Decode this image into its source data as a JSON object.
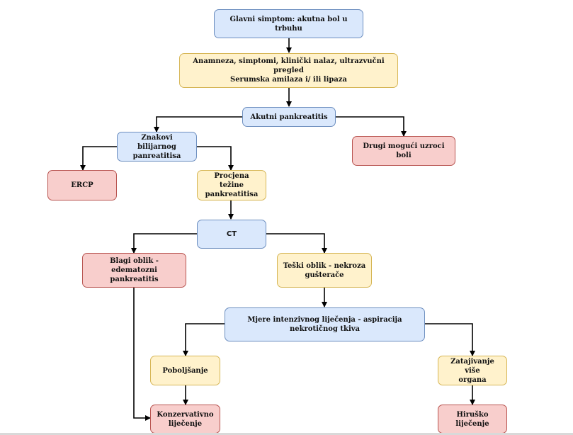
{
  "nodes": {
    "main_symptom": "Glavni simptom: akutna bol u trbuhu",
    "workup": "Anamneza, simptomi, klinički nalaz, ultrazvučni pregled\nSerumska amilaza i/ ili lipaza",
    "acute_pancreatitis": "Akutni pankreatitis",
    "biliary_signs": "Znakovi bilijarnog\npanreatitisa",
    "other_causes": "Drugi mogući uzroci boli",
    "ercp": "ERCP",
    "severity": "Procjena težine\npankreatitisa",
    "ct": "CT",
    "mild": "Blagi oblik - edematozni\npankreatitis",
    "severe": "Teški oblik - nekroza\ngušterače",
    "intensive": "Mjere intenzivnog liječenja - aspiracija nekrotičnog tkiva",
    "improvement": "Poboljšanje",
    "organ_failure": "Zatajivanje više\norgana",
    "conservative": "Konzervativno\nliječenje",
    "surgical": "Hiruško liječenje"
  },
  "colors": {
    "blue_fill": "#dae8fc",
    "yellow_fill": "#fff2cc",
    "red_fill": "#f8cecc",
    "edge": "#000000"
  }
}
